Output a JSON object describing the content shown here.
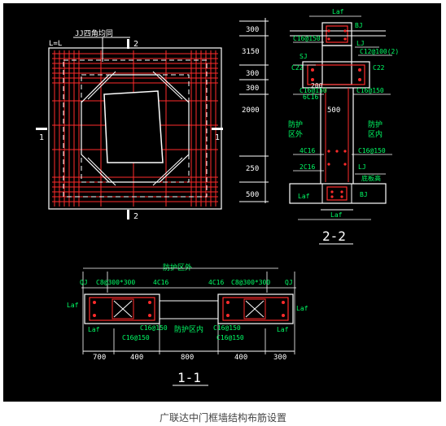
{
  "caption": "广联达中门框墙结构布筋设置",
  "colors": {
    "background": "#000000",
    "rebar": "#ff2b2b",
    "outline": "#ffffff",
    "dim": "#ffffff",
    "label": "#00ff66",
    "annot": "#ff66ff"
  },
  "plan": {
    "label_top": "JJ四角均同",
    "label_ll": "L=L",
    "section_mark_top": "2",
    "section_mark_bottom": "2",
    "section_mark_left": "1",
    "section_mark_right": "1"
  },
  "section22": {
    "title": "2-2",
    "dims": [
      "300",
      "3150",
      "300",
      "300",
      "2000",
      "250",
      "500"
    ],
    "labels": {
      "laf_top": "Laf",
      "bj_top": "BJ",
      "c16_150_top": "C16@150",
      "lj_top": "LJ",
      "c12_100": "C12@100(2)",
      "sj": "SJ",
      "c22": "C22",
      "c22_right": "C22",
      "c16_150_left": "C16@150",
      "c16_150_right": "C16@150",
      "dim_200": "200",
      "six_c16": "6C16",
      "dim_500": "500",
      "protect_outer": "防护\n区外",
      "protect_inner": "防护\n区内",
      "four_c16": "4C16",
      "c16_150_mid": "C16@150",
      "two_c16": "2C16",
      "lj_bottom": "LJ",
      "floor_elev": "底板高",
      "laf_bottom": "Laf",
      "bj_bottom": "BJ",
      "laf_base": "Laf"
    }
  },
  "section11": {
    "title": "1-1",
    "protect_outer": "防护区外",
    "protect_inner": "防护区内",
    "labels": {
      "qj_left": "QJ",
      "c8_left": "C8@300*300",
      "four_c16_left": "4C16",
      "four_c16_right": "4C16",
      "c8_right": "C8@300*300",
      "qj_right": "QJ",
      "laf_left": "Laf",
      "laf_left2": "Laf",
      "laf_right": "Laf",
      "laf_right2": "Laf",
      "c16_150_a": "C16@150",
      "c16_150_b": "C16@150",
      "c16_150_c": "C16@150",
      "c16_150_d": "C16@150"
    },
    "dims": [
      "700",
      "400",
      "800",
      "400",
      "300"
    ]
  }
}
